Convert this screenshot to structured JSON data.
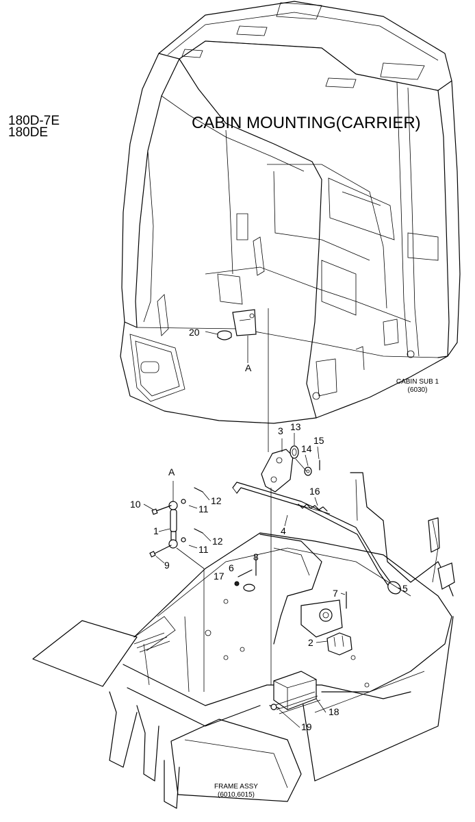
{
  "header": {
    "models_line1": "180D-7E",
    "models_line2": "180DE",
    "title": "CABIN MOUNTING(CARRIER)"
  },
  "assemblies": {
    "cabin_name": "CABIN SUB 1",
    "cabin_code": "(6030)",
    "frame_name": "FRAME ASSY",
    "frame_code": "(6010,6015)"
  },
  "callouts": {
    "p1": "1",
    "p2": "2",
    "p3": "3",
    "p4": "4",
    "p5": "5",
    "p6": "6",
    "p7": "7",
    "p8": "8",
    "p9": "9",
    "p10": "10",
    "p11a": "11",
    "p11b": "11",
    "p12a": "12",
    "p12b": "12",
    "p13": "13",
    "p14": "14",
    "p15": "15",
    "p16": "16",
    "p17": "17",
    "p18": "18",
    "p19": "19",
    "p20": "20",
    "ref_a_cabin": "A",
    "ref_a_strut": "A"
  }
}
